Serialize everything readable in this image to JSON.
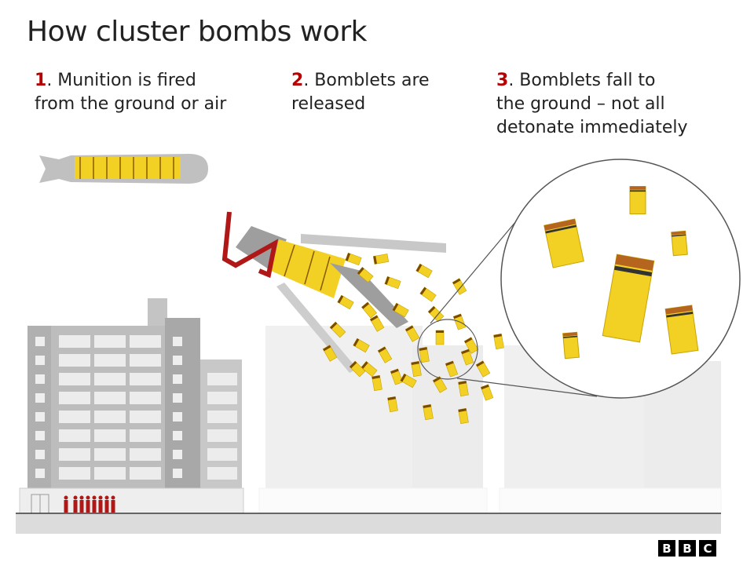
{
  "title": "How cluster bombs work",
  "steps": [
    {
      "number": "1",
      "text_lines": [
        ". Munition is fired",
        "from the ground or air"
      ]
    },
    {
      "number": "2",
      "text_lines": [
        ". Bomblets are",
        "released"
      ]
    },
    {
      "number": "3",
      "text_lines": [
        ". Bomblets fall to",
        "the ground – not all",
        "detonate immediately"
      ]
    }
  ],
  "logo": {
    "letters": [
      "B",
      "B",
      "C"
    ]
  },
  "colors": {
    "accent_red": "#b80000",
    "bomblet_yellow": "#f2d024",
    "building_gray": "#a9a9a9",
    "ground_gray": "#dcdcdc"
  }
}
